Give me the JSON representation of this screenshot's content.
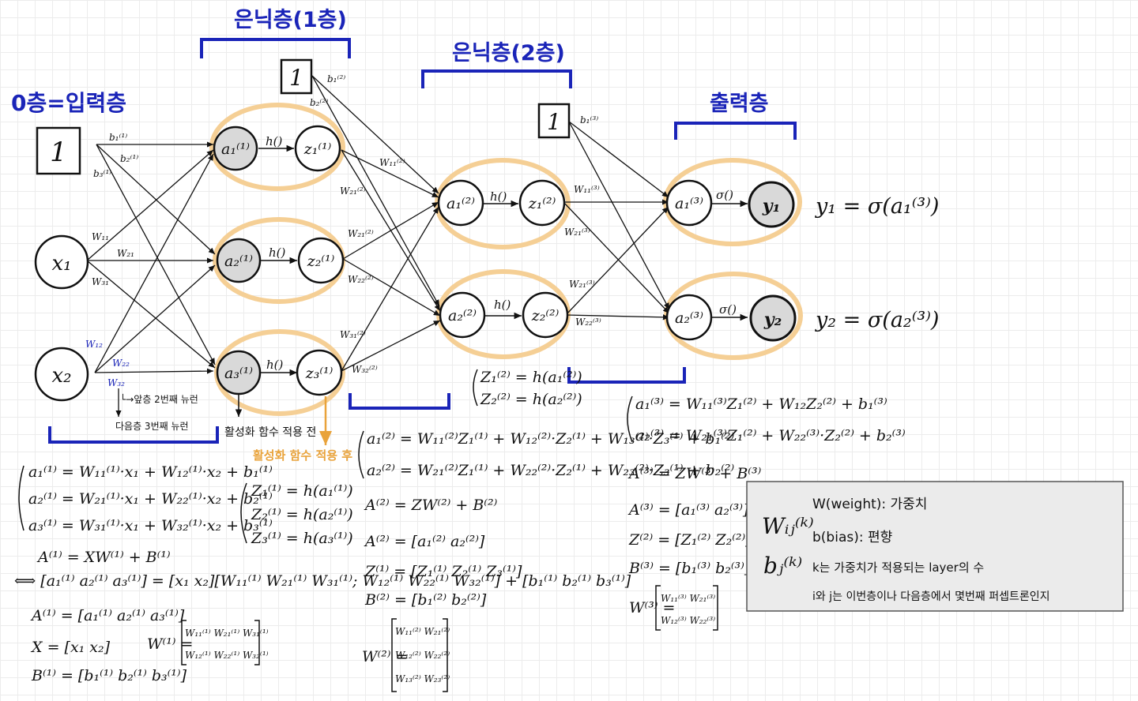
{
  "layers": {
    "input": "0층=입력층",
    "hidden1": "은닉층(1층)",
    "hidden2": "은닉층(2층)",
    "output": "출력층"
  },
  "bias_box": "1",
  "nodes": {
    "x1": "x₁",
    "x2": "x₂",
    "a1_1": "a₁⁽¹⁾",
    "a2_1": "a₂⁽¹⁾",
    "a3_1": "a₃⁽¹⁾",
    "z1_1": "z₁⁽¹⁾",
    "z2_1": "z₂⁽¹⁾",
    "z3_1": "z₃⁽¹⁾",
    "a1_2": "a₁⁽²⁾",
    "a2_2": "a₂⁽²⁾",
    "z1_2": "z₁⁽²⁾",
    "z2_2": "z₂⁽²⁾",
    "a1_3": "a₁⁽³⁾",
    "a2_3": "a₂⁽³⁾",
    "y1": "y₁",
    "y2": "y₂"
  },
  "activation": {
    "h": "h()",
    "sigma": "σ()"
  },
  "weights_layer1": {
    "b1": "b₁⁽¹⁾",
    "b2": "b₂⁽¹⁾",
    "b3": "b₃⁽¹⁾",
    "w11": "W₁₁",
    "w21": "W₂₁",
    "w31": "W₃₁",
    "w12": "W₁₂",
    "w22": "W₂₂",
    "w32": "W₃₂"
  },
  "weights_layer2": {
    "b1": "b₁⁽²⁾",
    "b2": "b₂⁽²⁾",
    "w11": "W₁₁⁽²⁾",
    "w21": "W₂₁⁽²⁾",
    "w21b": "W₂₁⁽²⁾",
    "w22": "W₂₂⁽²⁾",
    "w31": "W₃₁⁽²⁾",
    "w32": "W₃₂⁽²⁾"
  },
  "weights_layer3": {
    "b1": "b₁⁽³⁾",
    "w11": "W₁₁⁽³⁾",
    "w21": "W₂₁⁽³⁾",
    "w21b": "W₂₁⁽³⁾",
    "w22": "W₂₂⁽³⁾"
  },
  "outputs": {
    "y1": "y₁ = σ(a₁⁽³⁾)",
    "y2": "y₂ = σ(a₂⁽³⁾)"
  },
  "notes": {
    "w32_note1": "└→앞층 2번째 뉴런",
    "w32_note2": "다음층 3번째 뉴런",
    "before_activation": "활성화 함수 적용 전",
    "after_activation": "활성화 함수 적용 후"
  },
  "eq_layer1": [
    "a₁⁽¹⁾ = W₁₁⁽¹⁾·x₁ + W₁₂⁽¹⁾·x₂ + b₁⁽¹⁾",
    "a₂⁽¹⁾ = W₂₁⁽¹⁾·x₁ + W₂₂⁽¹⁾·x₂ + b₂⁽¹⁾",
    "a₃⁽¹⁾ = W₃₁⁽¹⁾·x₁ + W₃₂⁽¹⁾·x₂ + b₃⁽¹⁾",
    "A⁽¹⁾ = XW⁽¹⁾ + B⁽¹⁾",
    "⟺ [a₁⁽¹⁾ a₂⁽¹⁾ a₃⁽¹⁾] = [x₁ x₂][W₁₁⁽¹⁾ W₂₁⁽¹⁾ W₃₁⁽¹⁾; W₁₂⁽¹⁾ W₂₂⁽¹⁾ W₃₂⁽¹⁾] + [b₁⁽¹⁾ b₂⁽¹⁾ b₃⁽¹⁾]",
    "A⁽¹⁾ = [a₁⁽¹⁾ a₂⁽¹⁾ a₃⁽¹⁾]",
    "X = [x₁ x₂]",
    "B⁽¹⁾ = [b₁⁽¹⁾ b₂⁽¹⁾ b₃⁽¹⁾]"
  ],
  "W1_matrix": {
    "label": "W⁽¹⁾ =",
    "row1": "W₁₁⁽¹⁾  W₂₁⁽¹⁾  W₃₁⁽¹⁾",
    "row2": "W₁₂⁽¹⁾  W₂₂⁽¹⁾  W₃₂⁽¹⁾"
  },
  "eq_z1": [
    "Z₁⁽¹⁾ = h(a₁⁽¹⁾)",
    "Z₂⁽¹⁾ = h(a₂⁽¹⁾)",
    "Z₃⁽¹⁾ = h(a₃⁽¹⁾)"
  ],
  "eq_layer2": [
    "a₁⁽²⁾ = W₁₁⁽²⁾Z₁⁽¹⁾ + W₁₂⁽²⁾·Z₂⁽¹⁾ + W₁₃⁽²⁾·Z₃⁽¹⁾ + b₁⁽²⁾",
    "a₂⁽²⁾ = W₂₁⁽²⁾Z₁⁽¹⁾ + W₂₂⁽²⁾·Z₂⁽¹⁾ + W₂₃⁽²⁾·Z₃⁽¹⁾ + b₂⁽²⁾",
    "A⁽²⁾ = ZW⁽²⁾ + B⁽²⁾",
    "A⁽²⁾ = [a₁⁽²⁾ a₂⁽²⁾]",
    "Z⁽¹⁾ = [Z₁⁽¹⁾ Z₂⁽¹⁾ Z₃⁽¹⁾]",
    "B⁽²⁾ = [b₁⁽²⁾ b₂⁽²⁾]"
  ],
  "W2_matrix": {
    "label": "W⁽²⁾ =",
    "row1": "W₁₁⁽²⁾  W₂₁⁽²⁾",
    "row2": "W₁₂⁽²⁾  W₂₂⁽²⁾",
    "row3": "W₁₃⁽²⁾  W₂₃⁽²⁾"
  },
  "eq_z2": [
    "Z₁⁽²⁾ = h(a₁⁽²⁾)",
    "Z₂⁽²⁾ = h(a₂⁽²⁾)"
  ],
  "eq_layer3": [
    "a₁⁽³⁾ = W₁₁⁽³⁾Z₁⁽²⁾ + W₁₂Z₂⁽²⁾ + b₁⁽³⁾",
    "a₂⁽³⁾ = W₂₁⁽³⁾Z₁⁽²⁾ + W₂₂⁽³⁾·Z₂⁽²⁾ + b₂⁽³⁾",
    "A⁽³⁾ = ZW⁽³⁾ + B⁽³⁾",
    "A⁽³⁾ = [a₁⁽³⁾ a₂⁽³⁾]",
    "Z⁽²⁾ = [Z₁⁽²⁾ Z₂⁽²⁾]",
    "B⁽³⁾ = [b₁⁽³⁾ b₂⁽³⁾]"
  ],
  "W3_matrix": {
    "label": "W⁽³⁾ =",
    "row1": "W₁₁⁽³⁾  W₂₁⁽³⁾",
    "row2": "W₁₂⁽³⁾  W₂₂⁽³⁾"
  },
  "legend": {
    "w_sym": "Wᵢⱼ⁽ᵏ⁾",
    "b_sym": "bⱼ⁽ᵏ⁾",
    "line1": "W(weight): 가중치",
    "line2": "b(bias): 편향",
    "line3": "k는 가중치가 적용되는 layer의 수",
    "line4": "i와 j는 이번층이나 다음층에서  몇번째  퍼셉트론인지"
  },
  "colors": {
    "blue": "#1a24b8",
    "orange": "#f5cf95",
    "orange_text": "#e9a33b",
    "gray_node": "#d9d9d9",
    "legend_bg": "#ebebeb"
  }
}
